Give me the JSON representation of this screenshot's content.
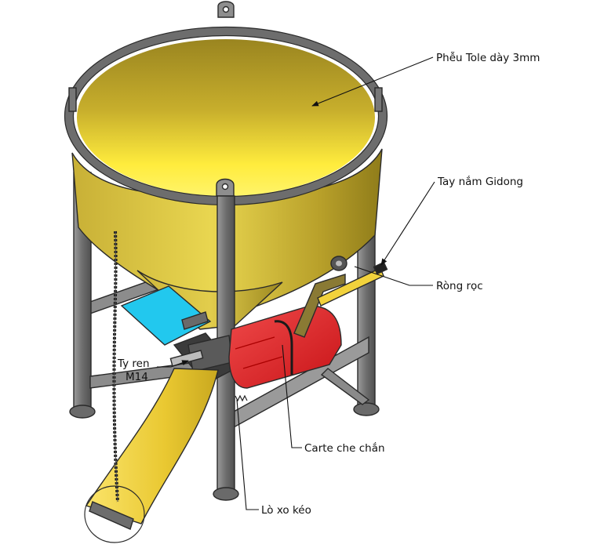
{
  "labels": {
    "hopper": "Phễu Tole dày 3mm",
    "handle": "Tay nắm Gidong",
    "pulley": "Ròng rọc",
    "rod_line1": "Ty ren",
    "rod_line2": "M14",
    "cover": "Carte che chắn",
    "spring": "Lò xo kéo"
  },
  "colors": {
    "hopper_light": "#ffee4a",
    "hopper_dark": "#a8931c",
    "frame": "#7a7a7a",
    "cover": "#e8222a",
    "plate": "#22c8ee",
    "chute": "#f2d23c",
    "ink": "#111111"
  }
}
